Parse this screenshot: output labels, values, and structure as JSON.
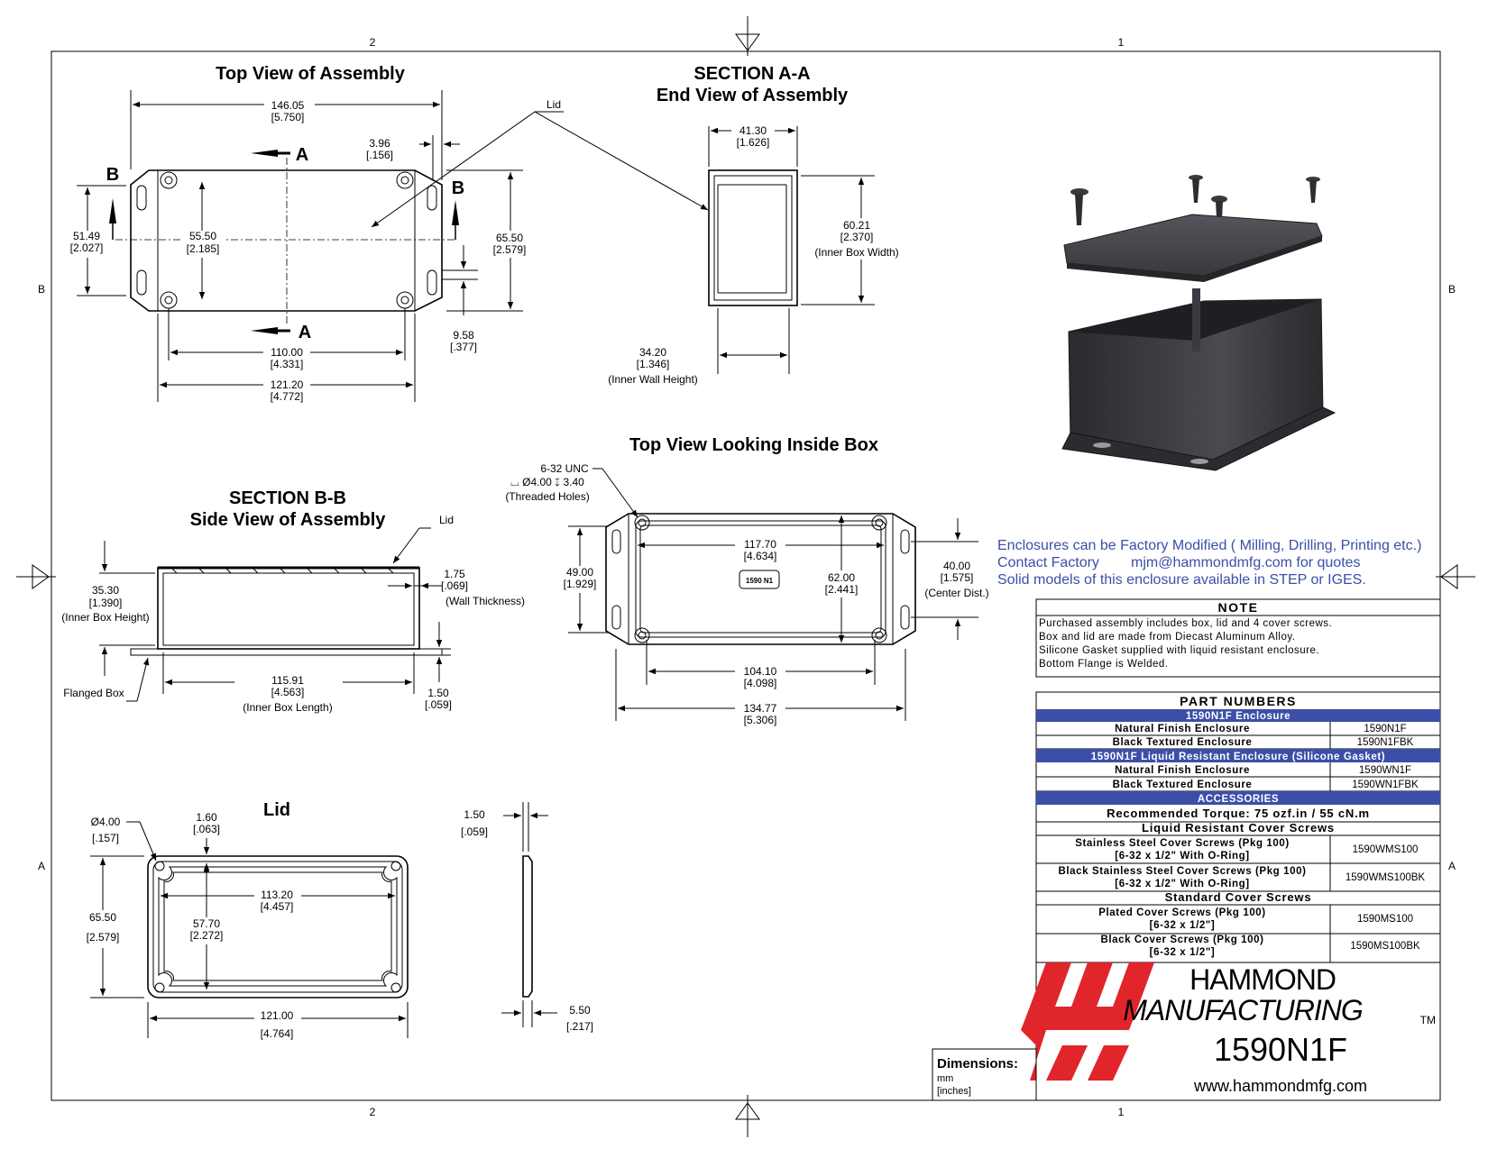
{
  "zones": {
    "top_left": "2",
    "top_right": "1",
    "bottom_left": "2",
    "bottom_right": "1",
    "left_upper": "B",
    "left_lower": "A",
    "right_upper": "B",
    "right_lower": "A"
  },
  "views": {
    "top_view": {
      "title": "Top View of Assembly",
      "section_letter_a": "A",
      "section_letter_b": "B",
      "lid_label": "Lid",
      "dims": {
        "overall_len": "146.05",
        "overall_len_in": "[5.750]",
        "flange": "3.96",
        "flange_in": "[.156]",
        "width": "51.49",
        "width_in": "[2.027]",
        "inner_w": "55.50",
        "inner_w_in": "[2.185]",
        "height": "65.50",
        "height_in": "[2.579]",
        "slot": "9.58",
        "slot_in": "[.377]",
        "hole_len": "110.00",
        "hole_len_in": "[4.331]",
        "body_len": "121.20",
        "body_len_in": "[4.772]"
      }
    },
    "section_aa": {
      "title1": "SECTION A-A",
      "title2": "End View of Assembly",
      "dims": {
        "w": "41.30",
        "w_in": "[1.626]",
        "ibw": "60.21",
        "ibw_in": "[2.370]",
        "ibw_lbl": "(Inner Box Width)",
        "iwh": "34.20",
        "iwh_in": "[1.346]",
        "iwh_lbl": "(Inner Wall Height)"
      }
    },
    "section_bb": {
      "title1": "SECTION B-B",
      "title2": "Side View of Assembly",
      "lid_label": "Lid",
      "flanged_label": "Flanged Box",
      "dims": {
        "ibh": "35.30",
        "ibh_in": "[1.390]",
        "ibh_lbl": "(Inner Box Height)",
        "wt": "1.75",
        "wt_in": "[.069]",
        "wt_lbl": "(Wall Thickness)",
        "ibl": "115.91",
        "ibl_in": "[4.563]",
        "ibl_lbl": "(Inner Box Length)",
        "fl": "1.50",
        "fl_in": "[.059]"
      }
    },
    "inside_view": {
      "title": "Top View Looking Inside Box",
      "thread1": "6-32 UNC",
      "thread2": "⌴ Ø4.00 ↧ 3.40",
      "thread3": "(Threaded Holes)",
      "badge": "1590 N1",
      "dims": {
        "a": "117.70",
        "a_in": "[4.634]",
        "b": "49.00",
        "b_in": "[1.929]",
        "c": "62.00",
        "c_in": "[2.441]",
        "d": "40.00",
        "d_in": "[1.575]",
        "d_lbl": "(Center Dist.)",
        "e": "104.10",
        "e_in": "[4.098]",
        "f": "134.77",
        "f_in": "[5.306]"
      }
    },
    "lid_view": {
      "title": "Lid",
      "dims": {
        "hole": "Ø4.00",
        "hole_in": "[.157]",
        "t": "1.60",
        "t_in": "[.063]",
        "in_len": "113.20",
        "in_len_in": "[4.457]",
        "h": "65.50",
        "h_in": "[2.579]",
        "in_w": "57.70",
        "in_w_in": "[2.272]",
        "len": "121.00",
        "len_in": "[4.764]",
        "side_t": "1.50",
        "side_t_in": "[.059]",
        "side_h": "5.50",
        "side_h_in": "[.217]"
      }
    }
  },
  "notice": {
    "line1": "Enclosures can be Factory Modified ( Milling, Drilling, Printing etc.)",
    "line2a": "Contact Factory",
    "line2b": "mjm@hammondmfg.com for quotes",
    "line3": "Solid models of this enclosure available in STEP or IGES."
  },
  "note": {
    "title": "NOTE",
    "lines": [
      "Purchased assembly includes box, lid and 4 cover screws.",
      "Box and lid are made from Diecast Aluminum Alloy.",
      "Silicone Gasket supplied with liquid resistant enclosure.",
      "Bottom Flange is Welded."
    ]
  },
  "parts": {
    "title": "PART NUMBERS",
    "sec1": "1590N1F Enclosure",
    "r1": {
      "desc": "Natural Finish Enclosure",
      "pn": "1590N1F"
    },
    "r2": {
      "desc": "Black Textured Enclosure",
      "pn": "1590N1FBK"
    },
    "sec2": "1590N1F Liquid Resistant Enclosure (Silicone Gasket)",
    "r3": {
      "desc": "Natural Finish Enclosure",
      "pn": "1590WN1F"
    },
    "r4": {
      "desc": "Black Textured Enclosure",
      "pn": "1590WN1FBK"
    },
    "sec3": "ACCESSORIES",
    "torque": "Recommended Torque: 75 ozf.in / 55 cN.m",
    "lr_title": "Liquid Resistant Cover Screws",
    "r5": {
      "desc1": "Stainless Steel Cover Screws (Pkg 100)",
      "desc2": "[6-32 x 1/2\" With O-Ring]",
      "pn": "1590WMS100"
    },
    "r6": {
      "desc1": "Black Stainless Steel Cover Screws (Pkg 100)",
      "desc2": "[6-32 x 1/2\" With O-Ring]",
      "pn": "1590WMS100BK"
    },
    "std_title": "Standard Cover Screws",
    "r7": {
      "desc1": "Plated Cover Screws (Pkg 100)",
      "desc2": "[6-32 x 1/2\"]",
      "pn": "1590MS100"
    },
    "r8": {
      "desc1": "Black Cover Screws (Pkg 100)",
      "desc2": "[6-32 x 1/2\"]",
      "pn": "1590MS100BK"
    }
  },
  "dimensions_box": {
    "title": "Dimensions:",
    "unit1": "mm",
    "unit2": "[inches]"
  },
  "branding": {
    "name1": "HAMMOND",
    "name2": "MANUFACTURING",
    "tm": "TM",
    "model": "1590N1F",
    "url": "www.hammondmfg.com"
  },
  "colors": {
    "accent_blue": "#3b4fa8",
    "logo_red": "#e0252b",
    "border": "#000000"
  }
}
